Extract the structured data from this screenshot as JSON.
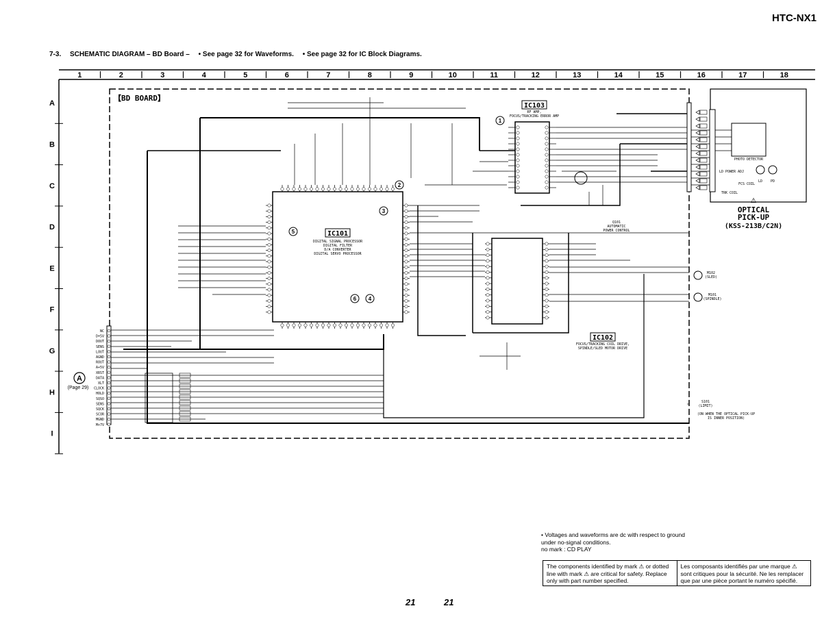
{
  "header": {
    "model": "HTC-NX1",
    "section": "7-3.",
    "title": "SCHEMATIC  DIAGRAM  – BD Board –",
    "waveforms_note": "• See page 32 for Waveforms.",
    "ic_block_note": "• See page 32 for IC Block Diagrams."
  },
  "grid": {
    "columns": [
      "1",
      "2",
      "3",
      "4",
      "5",
      "6",
      "7",
      "8",
      "9",
      "10",
      "11",
      "12",
      "13",
      "14",
      "15",
      "16",
      "17",
      "18"
    ],
    "rows": [
      "A",
      "B",
      "C",
      "D",
      "E",
      "F",
      "G",
      "H",
      "I"
    ]
  },
  "board": {
    "label": "【BD BOARD】"
  },
  "ics": [
    {
      "ref": "IC101",
      "desc": [
        "DIGITAL SIGNAL PROCESSOR",
        "DIGITAL FILTER",
        "D/A CONVERTER",
        "DIGITAL SERVO PROCESSOR"
      ]
    },
    {
      "ref": "IC103",
      "desc": [
        "RF AMP,",
        "FOCUS/TRACKING ERROR AMP"
      ]
    },
    {
      "ref": "IC102",
      "desc": [
        "FOCUS/TRACKING COIL DRIVE,",
        "SPINDLE/SLED MOTOR DRIVE"
      ]
    }
  ],
  "q101": {
    "ref": "Q101",
    "desc": [
      "AUTOMATIC",
      "POWER CONTROL"
    ]
  },
  "pickup": {
    "title_lines": [
      "OPTICAL",
      "PICK-UP"
    ],
    "model": "(KSS-213B/C2N)",
    "photo_detector": "PHOTO DETECTOR",
    "ld_power_adj": "LD POWER ADJ",
    "fcs_coil": "FCS COIL",
    "trk_coil": "TRK COIL",
    "laser_labels": [
      "LD",
      "PD"
    ]
  },
  "motors": [
    {
      "ref": "M102",
      "name": "(SLED)"
    },
    {
      "ref": "M101",
      "name": "(SPINDLE)"
    }
  ],
  "switch": {
    "ref": "S101",
    "name": "(LIMIT)",
    "note": [
      "(ON WHEN THE OPTICAL PICK-UP",
      "IS INNER POSITION)"
    ]
  },
  "connector": {
    "marker": "A",
    "page_ref": "(Page 29)",
    "pins": [
      "NC",
      "D+5V",
      "DOUT",
      "SENS",
      "LOUT",
      "AGND",
      "ROUT",
      "A+5V",
      "XRST",
      "DATA",
      "XLT",
      "CLOCK",
      "HOLD",
      "SQSO",
      "SENS",
      "SQCK",
      "SCOR",
      "MGND",
      "M+7V"
    ]
  },
  "notes": {
    "lines": [
      "•  Voltages and waveforms are dc with respect to ground",
      "    under no-signal conditions.",
      "    no mark  : CD PLAY"
    ]
  },
  "caution": {
    "english": "The components identified by mark ⚠ or dotted line with mark ⚠ are critical for safety. Replace only with part number specified.",
    "french": "Les composants identifiés par une marque ⚠ sont critiques pour la sécurité.   Ne les remplacer que par une pièce portant le numéro spécifié."
  },
  "pages": {
    "left": "21",
    "right": "21"
  }
}
